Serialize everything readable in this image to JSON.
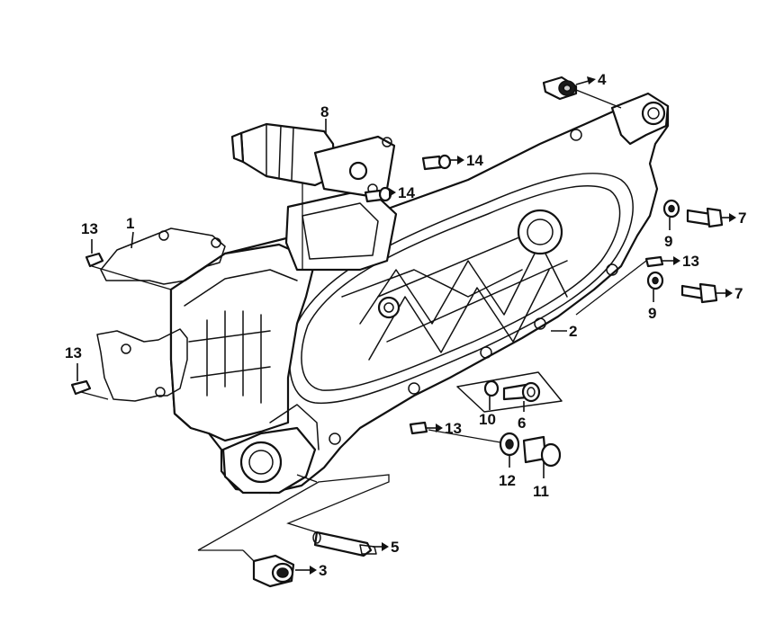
{
  "callouts": {
    "c1": "1",
    "c2": "2",
    "c3": "3",
    "c4": "4",
    "c5": "5",
    "c6": "6",
    "c7a": "7",
    "c7b": "7",
    "c8": "8",
    "c9a": "9",
    "c9b": "9",
    "c10": "10",
    "c11": "11",
    "c12": "12",
    "c13a": "13",
    "c13b": "13",
    "c13c": "13",
    "c13d": "13",
    "c14a": "14",
    "c14b": "14"
  }
}
